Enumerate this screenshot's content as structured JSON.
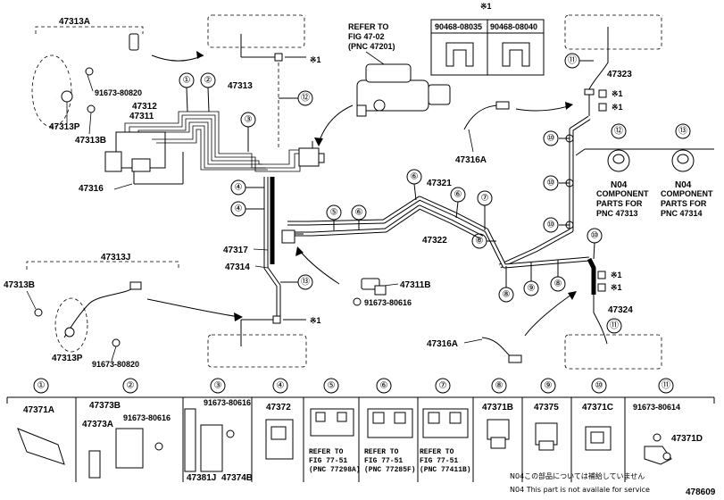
{
  "diagram_id": "478609",
  "callouts": {
    "note_mark": "※1",
    "c1": "①",
    "c2": "②",
    "c3": "③",
    "c4": "④",
    "c5": "⑤",
    "c6": "⑥",
    "c7": "⑦",
    "c8": "⑧",
    "c9": "⑨",
    "c10": "⑩",
    "c11": "⑪",
    "c12": "⑫",
    "c13": "⑬"
  },
  "refer_master": [
    "REFER TO",
    "FIG 47-02",
    "(PNC 47201)"
  ],
  "clip_table": {
    "mark": "※1",
    "col1": "90468-08035",
    "col2": "90468-08040"
  },
  "parts": {
    "p47313A": "47313A",
    "p47313": "47313",
    "p47312": "47312",
    "p47311": "47311",
    "p47316": "47316",
    "p47313P_top": "47313P",
    "p47313B_top": "47313B",
    "p91673_80820_top": "91673-80820",
    "p47316A_top": "47316A",
    "p47323": "47323",
    "p47321": "47321",
    "p47322": "47322",
    "p47317": "47317",
    "p47314": "47314",
    "p47311B": "47311B",
    "p91673_80616_mid": "91673-80616",
    "p47313J": "47313J",
    "p47313B_bot": "47313B",
    "p47313P_bot": "47313P",
    "p91673_80820_bot": "91673-80820",
    "p47316A_bot": "47316A",
    "p47324": "47324"
  },
  "component": {
    "left": {
      "code": "N04",
      "lines": [
        "COMPONENT",
        "PARTS FOR",
        "PNC 47313"
      ]
    },
    "right": {
      "code": "N04",
      "lines": [
        "COMPONENT",
        "PARTS FOR",
        "PNC 47314"
      ]
    }
  },
  "legend": [
    {
      "num": "①",
      "parts": [
        "47371A"
      ]
    },
    {
      "num": "②",
      "parts": [
        "47373B",
        "47373A",
        "91673-80616"
      ]
    },
    {
      "num": "③",
      "parts": [
        "91673-80616",
        "47381J",
        "47374B"
      ]
    },
    {
      "num": "④",
      "parts": [
        "47372"
      ]
    },
    {
      "num": "⑤",
      "parts": [],
      "refer": [
        "REFER TO",
        "FIG 77-51",
        "(PNC 77298A)"
      ]
    },
    {
      "num": "⑥",
      "parts": [],
      "refer": [
        "REFER TO",
        "FIG 77-51",
        "(PNC 77285F)"
      ]
    },
    {
      "num": "⑦",
      "parts": [],
      "refer": [
        "REFER TO",
        "FIG 77-51",
        "(PNC 77411B)"
      ]
    },
    {
      "num": "⑧",
      "parts": [
        "47371B"
      ]
    },
    {
      "num": "⑨",
      "parts": [
        "47375"
      ]
    },
    {
      "num": "⑩",
      "parts": [
        "47371C"
      ]
    },
    {
      "num": "⑪",
      "parts": [
        "91673-80614",
        "47371D"
      ]
    }
  ],
  "notes": [
    "N04この部品については補給していません",
    "N04 This part is not availale for service"
  ]
}
